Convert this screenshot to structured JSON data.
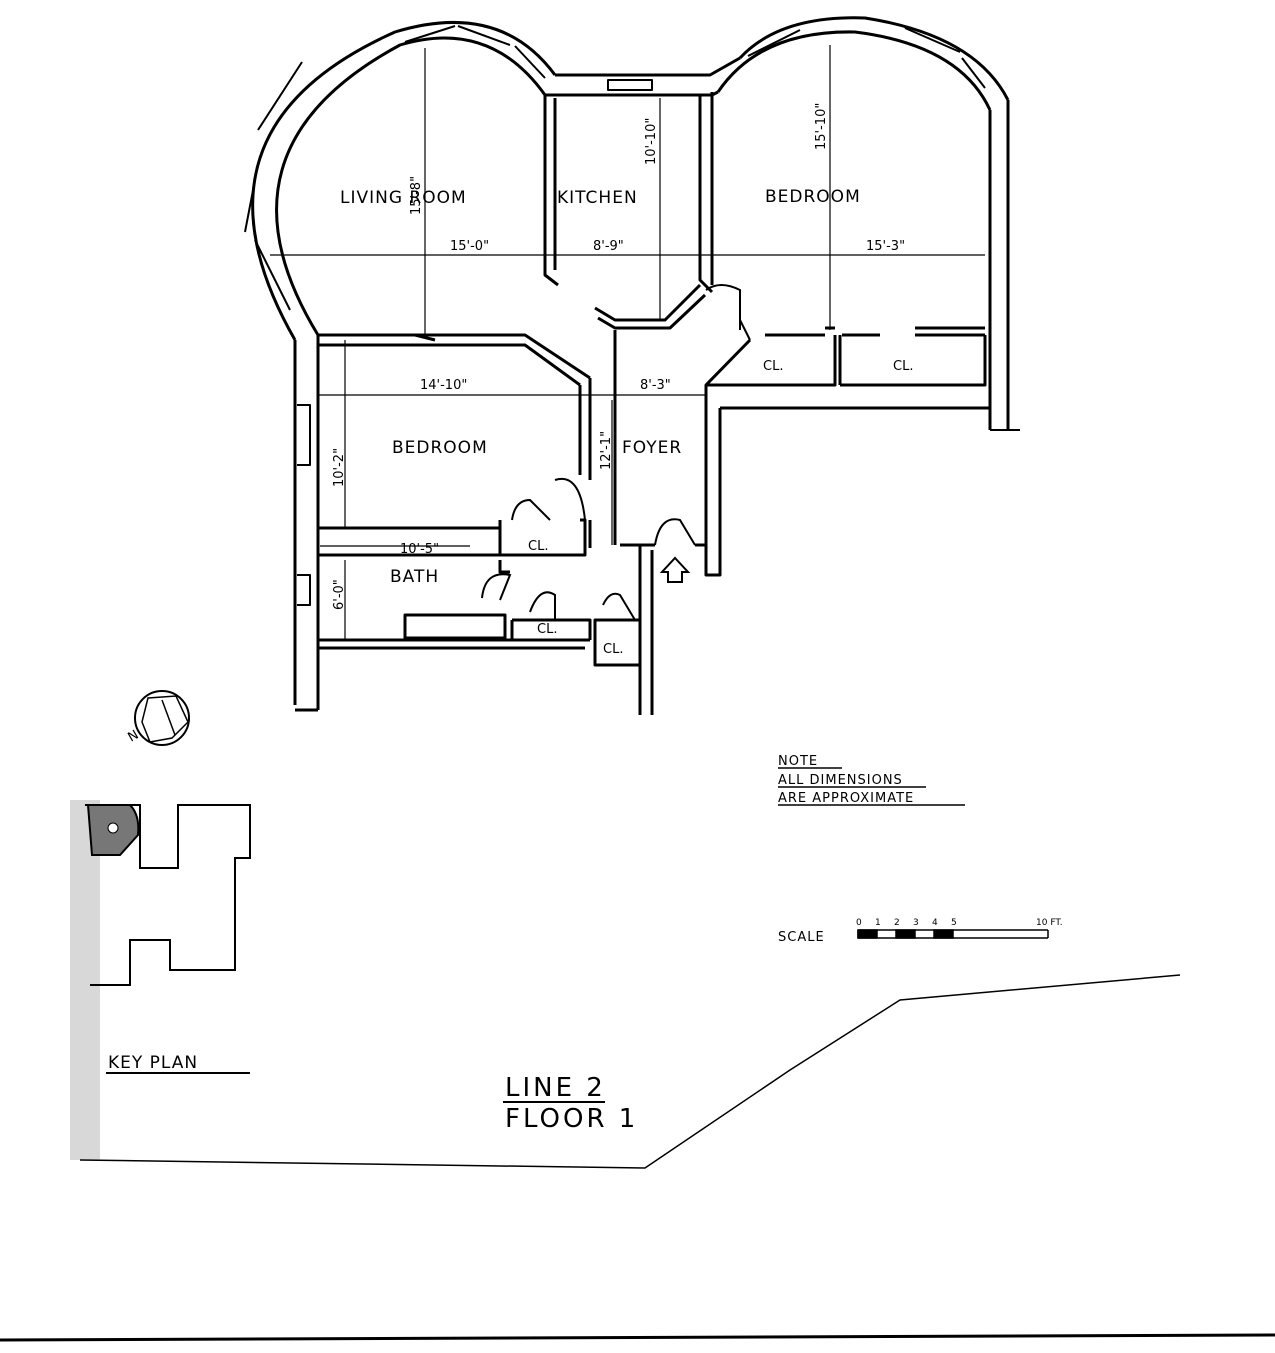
{
  "rooms": {
    "living_room": "LIVING ROOM",
    "kitchen": "KITCHEN",
    "bedroom_1": "BEDROOM",
    "bedroom_2": "BEDROOM",
    "foyer": "FOYER",
    "bath": "BATH",
    "closet_1": "CL.",
    "closet_2": "CL.",
    "closet_3": "CL.",
    "closet_4": "CL.",
    "closet_5": "CL."
  },
  "dimensions": {
    "living_depth": "15'-8\"",
    "living_width": "15'-0\"",
    "kitchen_depth": "10'-10\"",
    "kitchen_width": "8'-9\"",
    "bedroom1_depth": "15'-10\"",
    "bedroom1_width": "15'-3\"",
    "bedroom2_width": "14'-10\"",
    "bedroom2_depth": "10'-2\"",
    "foyer_width": "8'-3\"",
    "foyer_depth": "12'-1\"",
    "bath_width": "10'-5\"",
    "bath_depth": "6'-0\""
  },
  "north_label": "N",
  "note": {
    "heading": "NOTE",
    "line1": "ALL DIMENSIONS",
    "line2": "ARE APPROXIMATE"
  },
  "scale": {
    "label": "SCALE",
    "ticks": [
      "0",
      "1",
      "2",
      "3",
      "4",
      "5",
      "10 FT."
    ]
  },
  "key_plan_label": "KEY PLAN",
  "title": {
    "line1": "LINE 2",
    "line2": "FLOOR 1"
  }
}
